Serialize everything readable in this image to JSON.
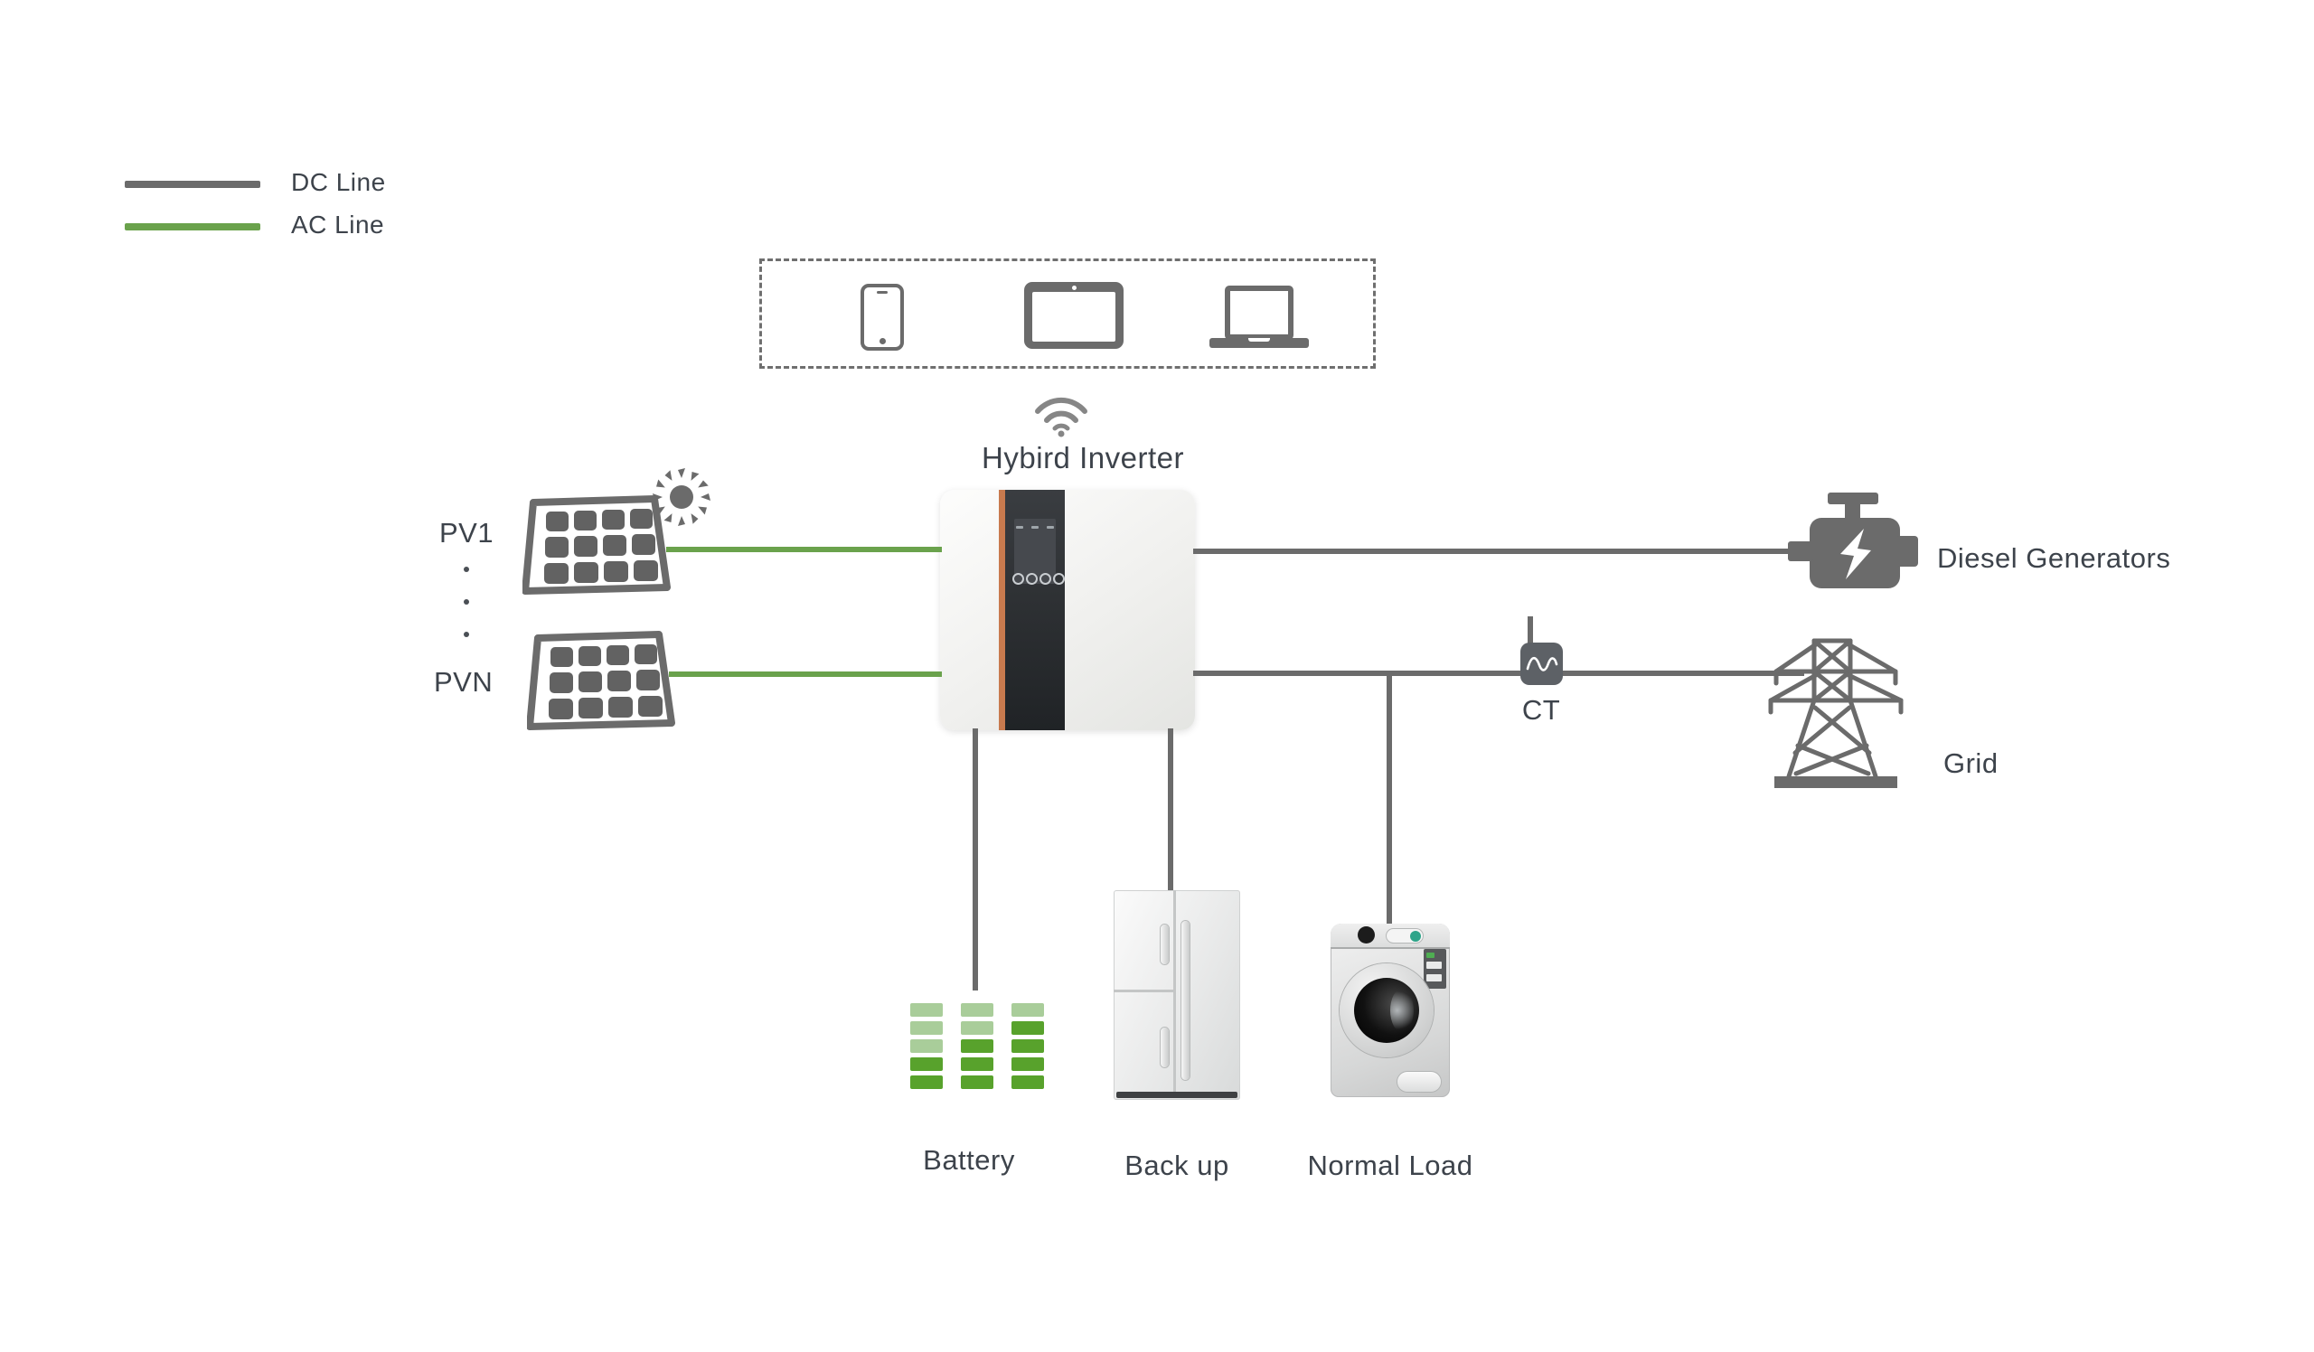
{
  "legend": {
    "dc": {
      "label": "DC Line",
      "color": "#6b6b6b"
    },
    "ac": {
      "label": "AC Line",
      "color": "#6aa24c"
    }
  },
  "remote_monitoring": {
    "devices": [
      "smartphone",
      "tablet",
      "laptop"
    ],
    "wifi_icon": "wifi"
  },
  "inverter": {
    "label": "Hybird Inverter"
  },
  "pv": {
    "first": "PV1",
    "last": "PVN",
    "ellipsis": "vertical-dots"
  },
  "ct": {
    "label": "CT"
  },
  "grid": {
    "label": "Grid"
  },
  "diesel": {
    "label": "Diesel Generators"
  },
  "battery": {
    "label": "Battery",
    "charge_colors": {
      "light": "#a9cd9a",
      "dark": "#58a22c"
    },
    "columns": [
      [
        "light",
        "light",
        "light",
        "dark",
        "dark"
      ],
      [
        "light",
        "light",
        "dark",
        "dark",
        "dark"
      ],
      [
        "light",
        "dark",
        "dark",
        "dark",
        "dark"
      ]
    ]
  },
  "backup": {
    "label": "Back up"
  },
  "normal_load": {
    "label": "Normal Load"
  },
  "colors": {
    "dc_line": "#6b6b6b",
    "ac_line": "#6aa24c",
    "inverter_accent": "#c87a4e",
    "icon_gray": "#6b6b6b",
    "text": "#3d434b"
  }
}
